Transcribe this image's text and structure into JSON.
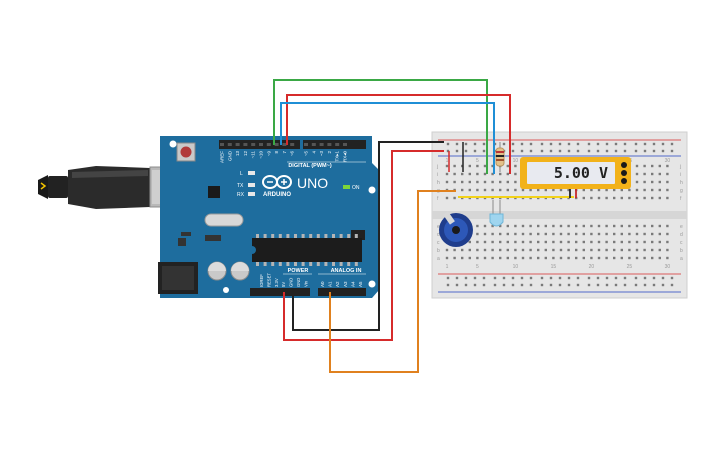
{
  "arduino": {
    "brand": "ARDUINO",
    "model": "UNO",
    "digital_header": "DIGITAL (PWM~)",
    "power_header": "POWER",
    "analog_header": "ANALOG IN",
    "digital_pins": [
      "AREF",
      "GND",
      "13",
      "12",
      "~11",
      "~10",
      "~9",
      "8",
      "7",
      "~6",
      "~5",
      "4",
      "~3",
      "2",
      "TX▸1",
      "RX◂0"
    ],
    "power_pins": [
      "IOREF",
      "RESET",
      "3.3V",
      "5V",
      "GND",
      "GND",
      "Vin"
    ],
    "analog_pins": [
      "A0",
      "A1",
      "A2",
      "A3",
      "A4",
      "A5"
    ],
    "led_labels": [
      "L",
      "TX",
      "RX"
    ],
    "on_label": "ON"
  },
  "multimeter": {
    "reading": "5.00 V"
  },
  "breadboard": {
    "row_letters_top": [
      "j",
      "i",
      "h",
      "g",
      "f"
    ],
    "row_letters_bottom": [
      "e",
      "d",
      "c",
      "b",
      "a"
    ],
    "column_numbers": [
      "1",
      "5",
      "10",
      "15",
      "20",
      "25",
      "30"
    ]
  },
  "colors": {
    "board": "#1e6d9e",
    "wire_green": "#3aa845",
    "wire_red": "#d62b2b",
    "wire_blue": "#1f8fd6",
    "wire_black": "#222222",
    "wire_orange": "#e0811f",
    "meter": "#f2b21a"
  }
}
